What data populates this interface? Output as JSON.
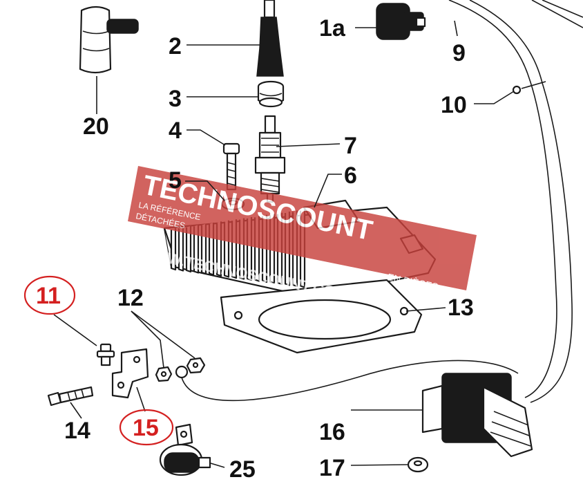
{
  "diagram": {
    "watermark": {
      "brand": "TECHNOSCOUNT",
      "tagline_1": "LA RÉFÉRENCE",
      "tagline_2": "DÉTACHÉES",
      "tagline_3": "EN PIÈCES",
      "url": "WWW.TECHNOSCOUNT.COM"
    },
    "callouts": [
      {
        "id": "1a",
        "label": "1a"
      },
      {
        "id": "2",
        "label": "2"
      },
      {
        "id": "3",
        "label": "3"
      },
      {
        "id": "4",
        "label": "4"
      },
      {
        "id": "5",
        "label": "5"
      },
      {
        "id": "6",
        "label": "6"
      },
      {
        "id": "7",
        "label": "7"
      },
      {
        "id": "9",
        "label": "9"
      },
      {
        "id": "10",
        "label": "10"
      },
      {
        "id": "11",
        "label": "11",
        "highlighted": true
      },
      {
        "id": "12",
        "label": "12"
      },
      {
        "id": "13",
        "label": "13"
      },
      {
        "id": "14",
        "label": "14"
      },
      {
        "id": "15",
        "label": "15",
        "highlighted": true
      },
      {
        "id": "16",
        "label": "16"
      },
      {
        "id": "17",
        "label": "17"
      },
      {
        "id": "20",
        "label": "20"
      },
      {
        "id": "25",
        "label": "25"
      }
    ],
    "colors": {
      "line": "#1a1a1a",
      "highlight": "#d42020",
      "watermark_bg": "#c8413c"
    }
  }
}
